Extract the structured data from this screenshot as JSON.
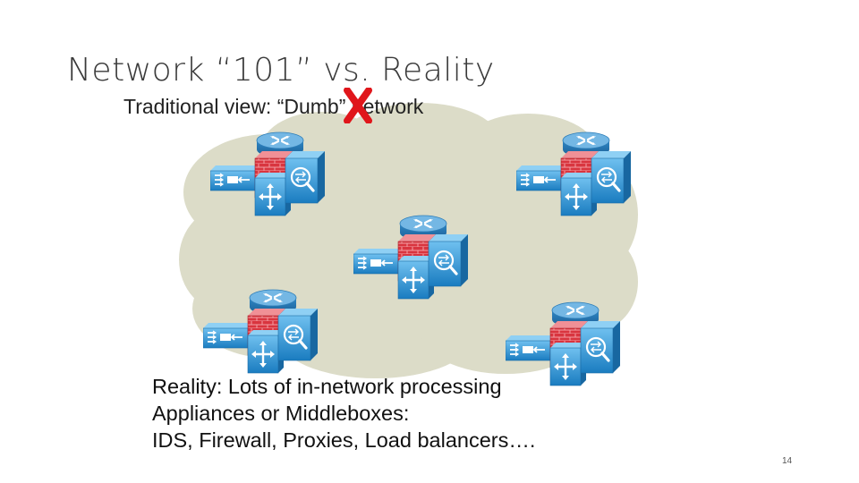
{
  "slide": {
    "title": "Network “101” vs. Reality",
    "subtitle": "Traditional view: “Dumb” network",
    "reality_lines": [
      "Reality:  Lots of in-network processing",
      "Appliances or Middleboxes:",
      "IDS, Firewall, Proxies, Load balancers…."
    ],
    "page_number": "14"
  },
  "icons": {
    "router": "router-icon",
    "load_balancer": "load-balancer-icon",
    "firewall": "firewall-icon",
    "switch": "switch-icon",
    "ids": "ids-sensor-icon",
    "strike": "red-x-icon"
  },
  "colors": {
    "cloud": "#dcdcc8",
    "router_top": "#5aa8dd",
    "appliance_blue": "#1f86c8",
    "firewall_red": "#d9353f",
    "strike_red": "#e0161b"
  }
}
